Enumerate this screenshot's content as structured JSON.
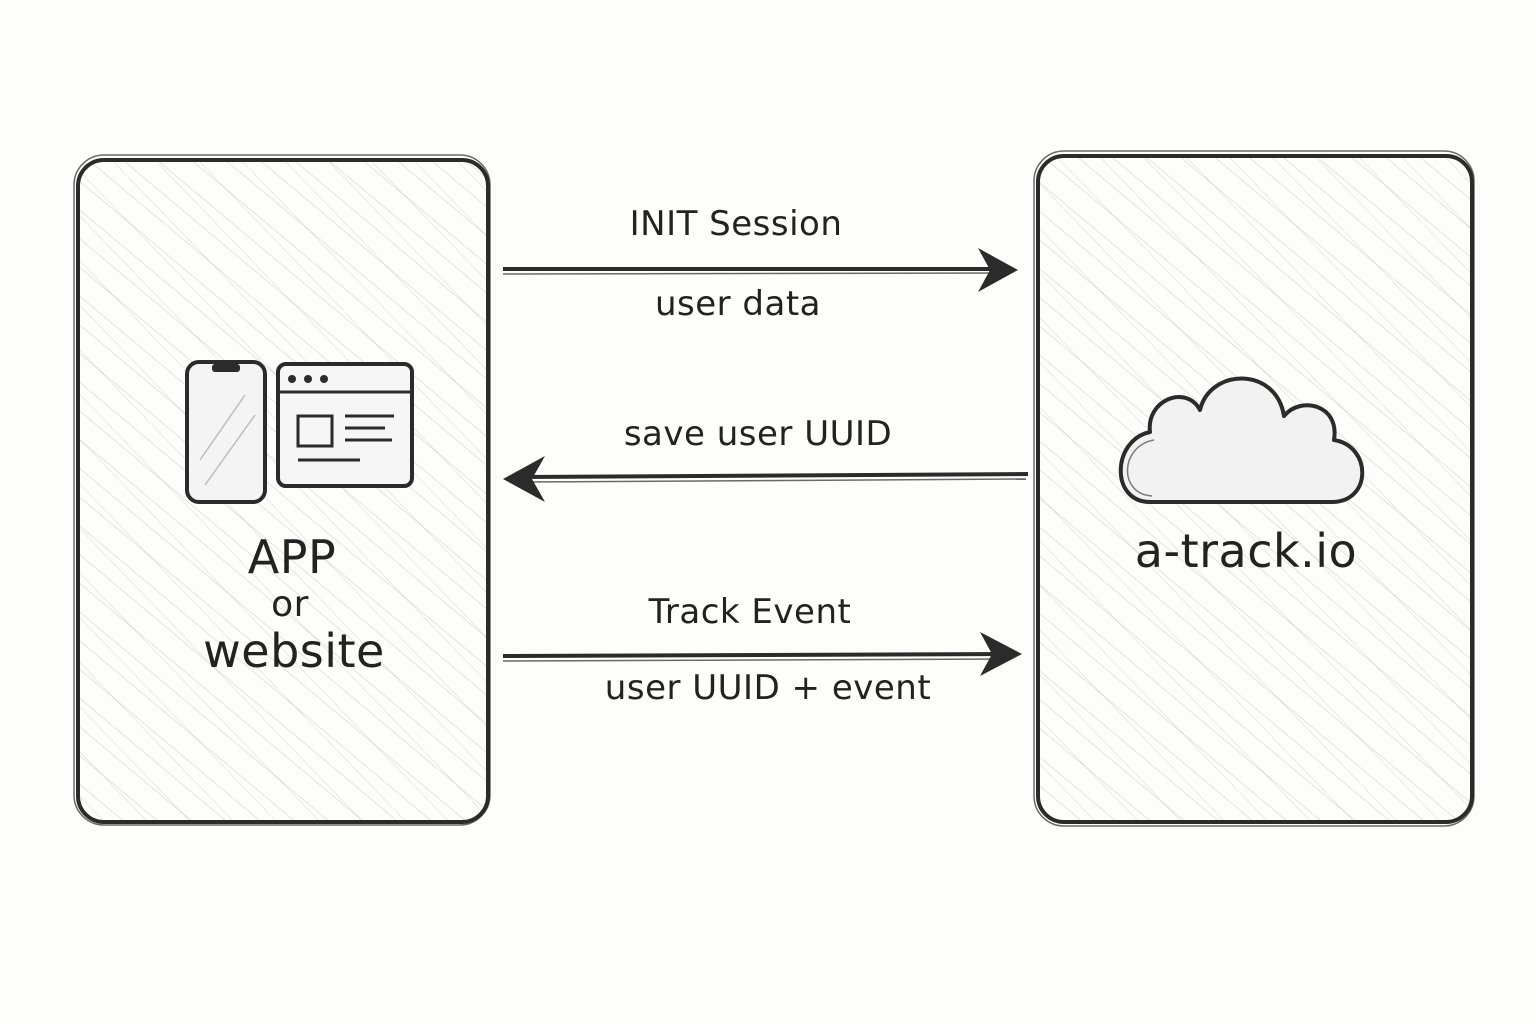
{
  "nodes": {
    "client": {
      "line1": "APP",
      "line2": "or",
      "line3": "website",
      "icons": [
        "smartphone-icon",
        "browser-window-icon"
      ]
    },
    "server": {
      "name": "a-track.io",
      "icon": "cloud-icon"
    }
  },
  "messages": [
    {
      "direction": "client-to-server",
      "title": "INIT Session",
      "payload": "user data"
    },
    {
      "direction": "server-to-client",
      "title": "save user UUID"
    },
    {
      "direction": "client-to-server",
      "title": "Track Event",
      "payload": "user UUID + event"
    }
  ],
  "style": {
    "stroke": "#2b2b2b",
    "hatch": "#9a9a9a",
    "background": "#fdfdfc"
  }
}
